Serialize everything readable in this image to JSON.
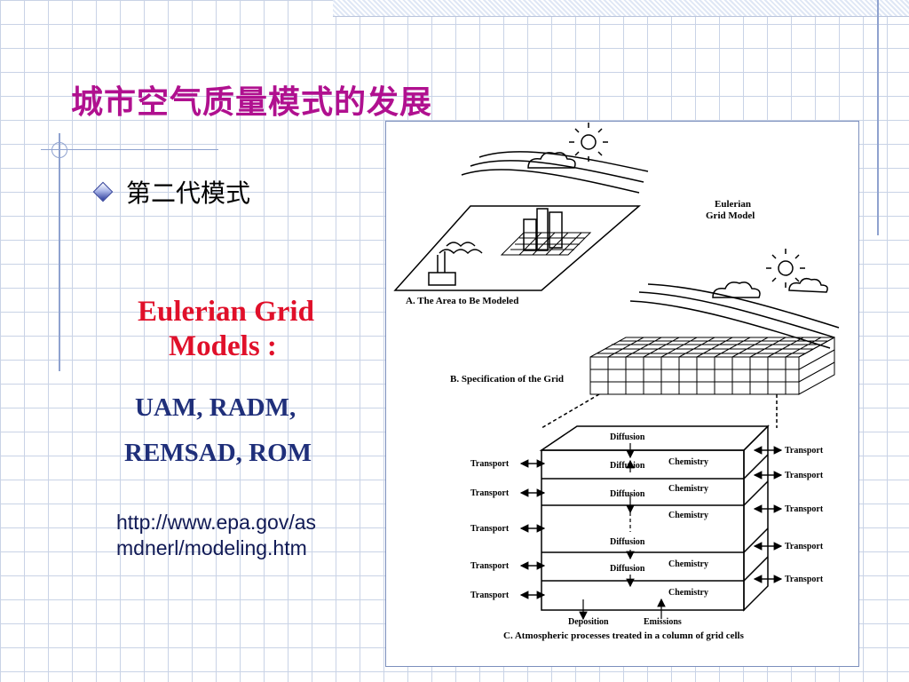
{
  "slide": {
    "title": "城市空气质量模式的发展",
    "bullet": "第二代模式",
    "heading_line1": "Eulerian Grid",
    "heading_line2": "Models :",
    "models_line1": "UAM, RADM,",
    "models_line2": "REMSAD, ROM",
    "url_line1": "http://www.epa.gov/as",
    "url_line2": "mdnerl/modeling.htm"
  },
  "figure": {
    "model_title_line1": "Eulerian",
    "model_title_line2": "Grid Model",
    "panel_a": "A. The Area to Be Modeled",
    "panel_b": "B. Specification of the Grid",
    "panel_c": "C. Atmospheric processes treated in a column of grid cells",
    "diffusion": "Diffusion",
    "chemistry": "Chemistry",
    "transport": "Transport",
    "deposition": "Deposition",
    "emissions": "Emissions"
  },
  "colors": {
    "title": "#b0108f",
    "heading": "#e0102a",
    "models": "#1f2f7a",
    "grid": "#c9d3e6"
  }
}
